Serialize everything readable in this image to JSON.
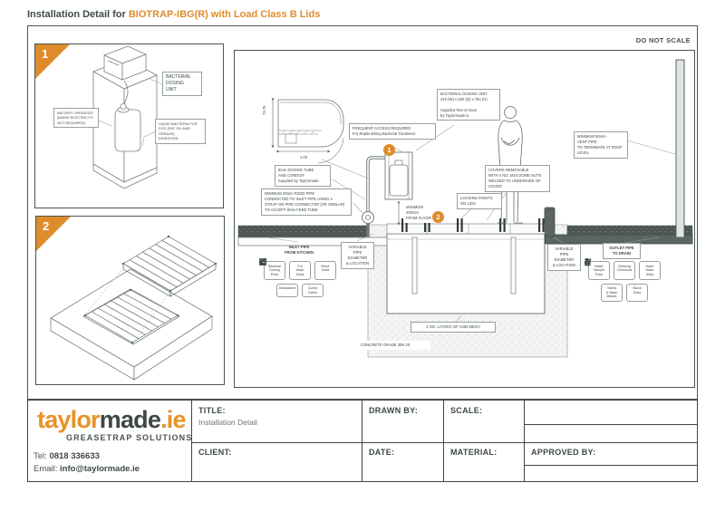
{
  "header": {
    "prefix": "Installation Detail for ",
    "product": "BIOTRAP-IBG(R) with Load Class B Lids",
    "note": "DO NOT SCALE"
  },
  "detail1": {
    "number": "1",
    "unit_label": "BACTERIAL\nDOSING\nUNIT",
    "battery_label": "BATTERY OPERATED\n(MAINS ELECTRICITY\nNOT REQUIRED)",
    "liquid_label": "LIQUID BACTERIA FOR\nFOG (FAT, OIL AND GREASE)\nDIGESTION"
  },
  "detail2": {
    "number": "2"
  },
  "main": {
    "annotations": {
      "dosing_unit_spec": "BACTERIAL DOSING UNIT\n410 (W) x 260 (D) x 750 (H)\n\nSupplied free-on-loan\nby Taylormade.ie",
      "frequent_access": "FREQUENT ACCESS REQUIRED\nFor Replenishing Bacterial Treatment",
      "vent_pipe": "MINIMUM 50mm\nVENT PIPE\nTO TERMINATE AT ROOF LEVEL",
      "dosing_tube": "8mm DOSING TUBE\nAND CONDUIT\nSupplied by Taylormade",
      "rigid_pipe": "MINIMUM 20mm RIGID PIPE\nCONNECTED TO INLET PIPE USING A\nSTRAP ON PIPE CONNECTOR (OR SIMILAR)\nTO ACCEPT 8mm FEED TUBE",
      "covers": "COVERS REMOVABLE\nWITH 4 NO. M10 DOME NUTS\nWELDED TO UNDERSIDE OF COVER",
      "locking": "LOCKING POINTS ON LIDS",
      "min_floor": "MINIMUM 200mm\nFROM FLOOR",
      "mesh": "2 NO. LAYERS OF A393 MESH",
      "concrete": "CONCRETE GRADE 30N 20",
      "dim_height": "74.76",
      "dim_width": "1.00",
      "badge1": "1",
      "badge2": "2",
      "variable_pipe": "VARIABLE PIPE\nDIAMETER\n& LOCATION"
    },
    "inlet_group": {
      "title": "INLET PIPE\nFROM KITCHEN",
      "items": [
        {
          "icon": "dropper-icon",
          "label": "Bacterial\nDosing\nPoint"
        },
        {
          "icon": "pot-wash-sink-icon",
          "label": "Pot\nWash\nSinks"
        },
        {
          "icon": "rinse-sink-icon",
          "label": "Rinse\nSinks"
        },
        {
          "icon": "dishwasher-icon",
          "label": "Dishwasher"
        },
        {
          "icon": "combi-oven-icon",
          "label": "Combi\nOvens"
        }
      ]
    },
    "outlet_group": {
      "title": "OUTLET PIPE\nTO DRAIN",
      "items": [
        {
          "icon": "water-sample-icon",
          "label": "Water\nSample\nPoint"
        },
        {
          "icon": "cleaning-chemicals-icon",
          "label": "Cleaning\nChemicals"
        },
        {
          "icon": "hand-wash-sink-icon",
          "label": "Hand\nWash\nSinks"
        },
        {
          "icon": "toilet-icon",
          "label": "Toilets\n& Wash\nBasins"
        },
        {
          "icon": "sluice-sink-icon",
          "label": "Sluice\nSinks"
        }
      ]
    }
  },
  "titleblock": {
    "logo_part1": "taylor",
    "logo_part2": "made",
    "logo_part3": ".ie",
    "tagline": "GREASETRAP SOLUTIONS",
    "tel_label": "Tel: ",
    "tel_value": "0818 336633",
    "email_label": "Email: ",
    "email_value": "info@taylormade.ie",
    "title_label": "TITLE:",
    "title_value": "Installation Detail",
    "client_label": "CLIENT:",
    "drawn_label": "DRAWN BY:",
    "date_label": "DATE:",
    "scale_label": "SCALE:",
    "material_label": "MATERIAL:",
    "approved_label": "APPROVED BY:"
  }
}
